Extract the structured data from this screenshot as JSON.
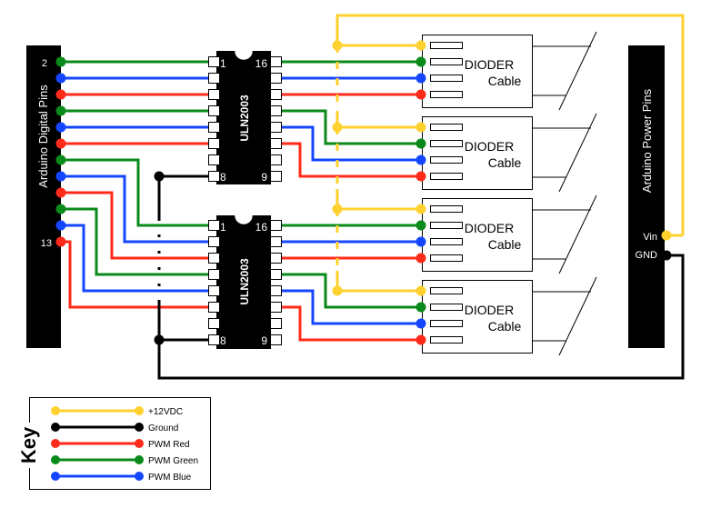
{
  "colors": {
    "yellow": "#FFD12E",
    "black": "#000000",
    "red": "#FF2A1A",
    "green": "#0A8A1A",
    "blue": "#1446FF",
    "outline": "#000000",
    "background": "#FFFFFF"
  },
  "arduino_digital": {
    "label": "Arduino Digital Pins",
    "first_pin_label": "2",
    "last_pin_label": "13",
    "pin_colors": [
      "green",
      "blue",
      "red",
      "green",
      "blue",
      "red",
      "green",
      "blue",
      "red",
      "green",
      "blue",
      "red"
    ]
  },
  "arduino_power": {
    "label": "Arduino Power Pins",
    "vin_label": "Vin",
    "gnd_label": "GND"
  },
  "chips": [
    {
      "label": "ULN2003",
      "pin1": "1",
      "pin8": "8",
      "pin9": "9",
      "pin16": "16"
    },
    {
      "label": "ULN2003",
      "pin1": "1",
      "pin8": "8",
      "pin9": "9",
      "pin16": "16"
    }
  ],
  "dioder_cables": [
    {
      "line1": "DIODER",
      "line2": "Cable",
      "pin_colors": [
        "yellow",
        "green",
        "blue",
        "red"
      ]
    },
    {
      "line1": "DIODER",
      "line2": "Cable",
      "pin_colors": [
        "yellow",
        "green",
        "blue",
        "red"
      ]
    },
    {
      "line1": "DIODER",
      "line2": "Cable",
      "pin_colors": [
        "yellow",
        "green",
        "blue",
        "red"
      ]
    },
    {
      "line1": "DIODER",
      "line2": "Cable",
      "pin_colors": [
        "yellow",
        "green",
        "blue",
        "red"
      ]
    }
  ],
  "key": {
    "title": "Key",
    "entries": [
      {
        "label": "+12VDC",
        "color": "yellow"
      },
      {
        "label": "Ground",
        "color": "black"
      },
      {
        "label": "PWM Red",
        "color": "red"
      },
      {
        "label": "PWM Green",
        "color": "green"
      },
      {
        "label": "PWM Blue",
        "color": "blue"
      }
    ]
  }
}
